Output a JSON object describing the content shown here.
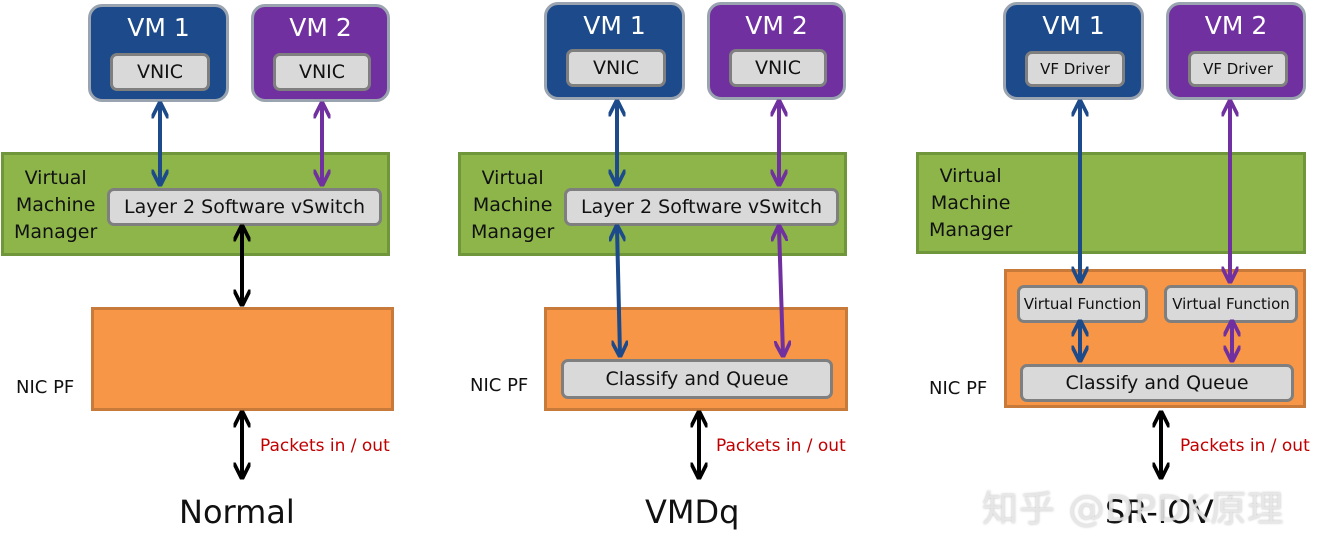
{
  "panels": {
    "normal": {
      "vm1": {
        "title": "VM 1",
        "inner": "VNIC"
      },
      "vm2": {
        "title": "VM 2",
        "inner": "VNIC"
      },
      "vmm_label": [
        "Virtual",
        "Machine",
        "Manager"
      ],
      "switch": "Layer 2 Software vSwitch",
      "nic_label": "NIC PF",
      "packets": "Packets in / out",
      "caption": "Normal"
    },
    "vmdq": {
      "vm1": {
        "title": "VM 1",
        "inner": "VNIC"
      },
      "vm2": {
        "title": "VM 2",
        "inner": "VNIC"
      },
      "vmm_label": [
        "Virtual",
        "Machine",
        "Manager"
      ],
      "switch": "Layer 2 Software vSwitch",
      "nic_label": "NIC PF",
      "classify": "Classify and Queue",
      "packets": "Packets in / out",
      "caption": "VMDq"
    },
    "sriov": {
      "vm1": {
        "title": "VM 1",
        "inner": "VF Driver"
      },
      "vm2": {
        "title": "VM 2",
        "inner": "VF Driver"
      },
      "vmm_label": [
        "Virtual",
        "Machine",
        "Manager"
      ],
      "vf1": "Virtual Function",
      "vf2": "Virtual Function",
      "nic_label": "NIC PF",
      "classify": "Classify and Queue",
      "packets": "Packets in / out",
      "caption": "SR-IOV"
    }
  },
  "watermark": "知乎 @DPDK原理",
  "colors": {
    "blue": "#1c4a8a",
    "purple": "#7030a0",
    "green": "#8db54a",
    "orange": "#f79646",
    "red": "#c00000"
  }
}
